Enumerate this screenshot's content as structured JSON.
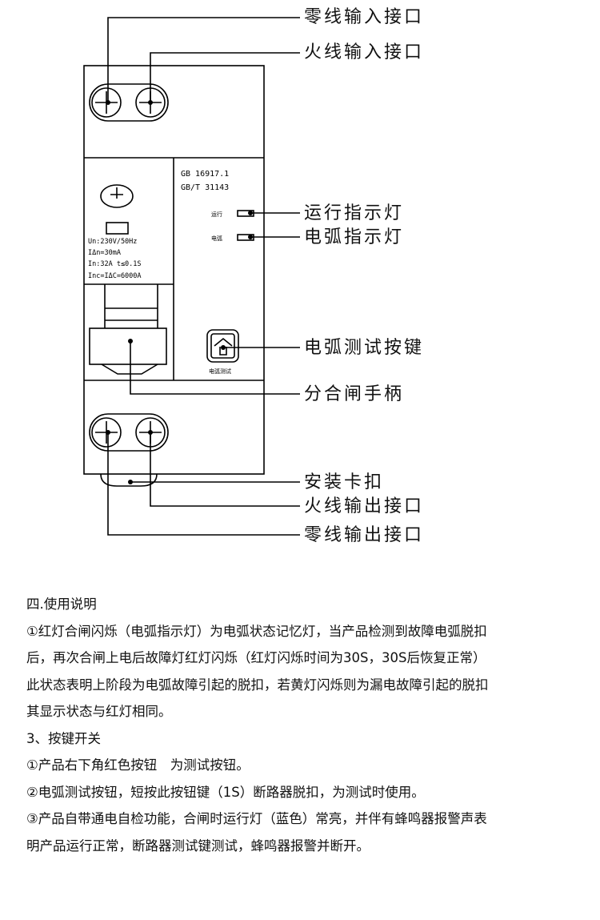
{
  "callouts": {
    "neutral_in": "零线输入接口",
    "live_in": "火线输入接口",
    "run_light": "运行指示灯",
    "arc_light": "电弧指示灯",
    "arc_test_key": "电弧测试按键",
    "handle": "分合闸手柄",
    "clip": "安装卡扣",
    "live_out": "火线输出接口",
    "neutral_out": "零线输出接口"
  },
  "device": {
    "std1": "GB 16917.1",
    "std2": "GB/T 31143",
    "run": "运行",
    "arc": "电弧",
    "spec1": "Un:230V/50Hz",
    "spec2": "IΔn=30mA",
    "spec3": "In:32A  t≤0.1S",
    "spec4": "Inc=IΔC=6000A",
    "test_label": "电弧测试"
  },
  "text": [
    "四.使用说明",
    "①红灯合闸闪烁（电弧指示灯）为电弧状态记忆灯，当产品检测到故障电弧脱扣",
    "后，再次合闸上电后故障灯红灯闪烁（红灯闪烁时间为30S，30S后恢复正常）",
    "此状态表明上阶段为电弧故障引起的脱扣，若黄灯闪烁则为漏电故障引起的脱扣",
    "其显示状态与红灯相同。",
    "3、按键开关",
    "①产品右下角红色按钮　为测试按钮。",
    "②电弧测试按钮，短按此按钮键（1S）断路器脱扣，为测试时使用。",
    "③产品自带通电自检功能，合闸时运行灯（蓝色）常亮，并伴有蜂鸣器报警声表",
    "明产品运行正常，断路器测试键测试，蜂鸣器报警并断开。"
  ]
}
